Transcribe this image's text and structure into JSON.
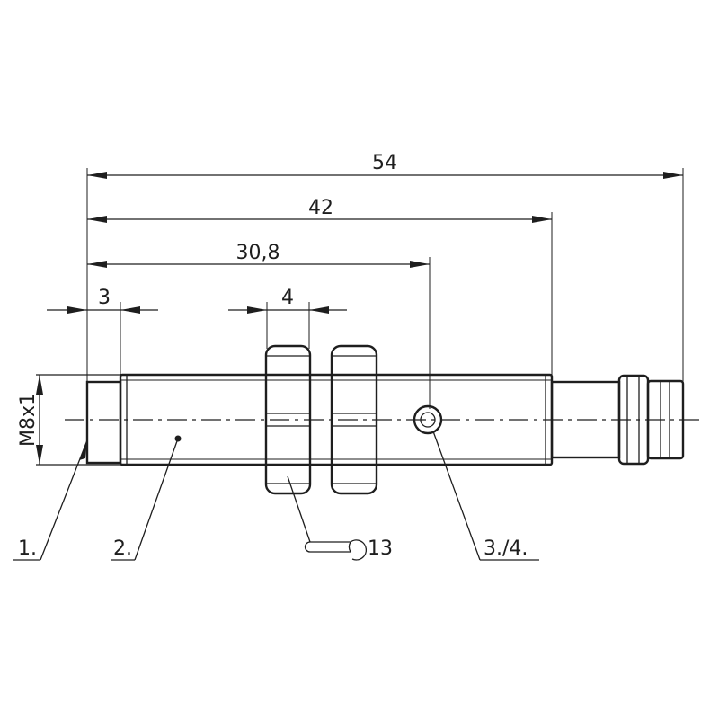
{
  "dimensions": {
    "overall": "54",
    "to_nut_end": "42",
    "to_led": "30,8",
    "sensor_face": "3",
    "nut_width": "4",
    "thread": "M8x1"
  },
  "labels": {
    "item1": "1.",
    "item2": "2.",
    "item3_4": "3./4.",
    "wrench_size": "13"
  },
  "colors": {
    "line": "#1e1e1e",
    "background": "#ffffff"
  },
  "icons": {
    "wrench": "wrench-icon"
  }
}
